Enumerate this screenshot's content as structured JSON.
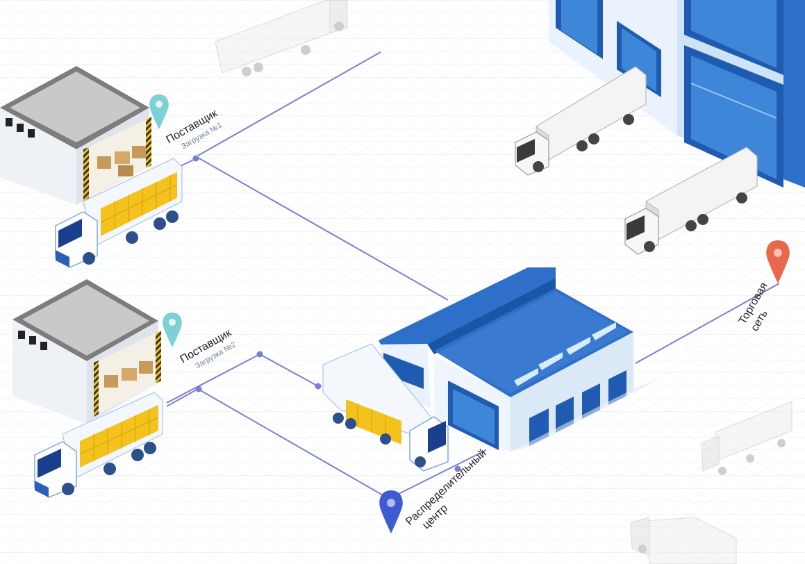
{
  "labels": {
    "supplier1": {
      "title": "Поставщик",
      "subtitle": "Загрузка №1"
    },
    "supplier2": {
      "title": "Поставщик",
      "subtitle": "Загрузка №2"
    },
    "retail": {
      "line1": "Торговая",
      "line2": "сеть"
    },
    "distribution": {
      "line1": "Распределительный",
      "line2": "центр"
    }
  },
  "colors": {
    "route_line": "#7b7fd4",
    "pin_supplier": "#7fcfd6",
    "pin_retail": "#e8684c",
    "pin_distribution": "#3f5bd4",
    "building_blue": "#2e6fc9",
    "cargo": "#f4c21c"
  },
  "icons": {
    "pin": "map-pin-icon",
    "truck": "truck-icon",
    "warehouse": "warehouse-icon"
  }
}
